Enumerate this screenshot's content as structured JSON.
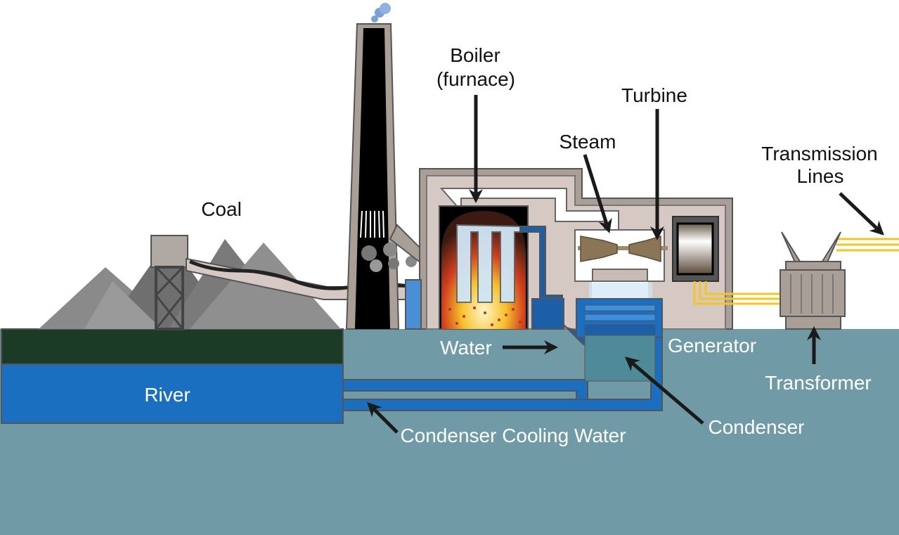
{
  "labels": {
    "coal": "Coal",
    "boiler_line1": "Boiler",
    "boiler_line2": "(furnace)",
    "turbine": "Turbine",
    "steam": "Steam",
    "transmission_line1": "Transmission",
    "transmission_line2": "Lines",
    "water": "Water",
    "generator": "Generator",
    "river": "River",
    "transformer": "Transformer",
    "condenser": "Condenser",
    "cooling_water": "Condenser Cooling Water"
  },
  "colors": {
    "ground": "#6f9aa6",
    "river": "#1a6fc0",
    "bank": "#1c3b27",
    "building": "#d6c8c3",
    "building_outline": "#a99f96",
    "power_line": "#f3c623",
    "condenser": "#1a6fc0"
  }
}
